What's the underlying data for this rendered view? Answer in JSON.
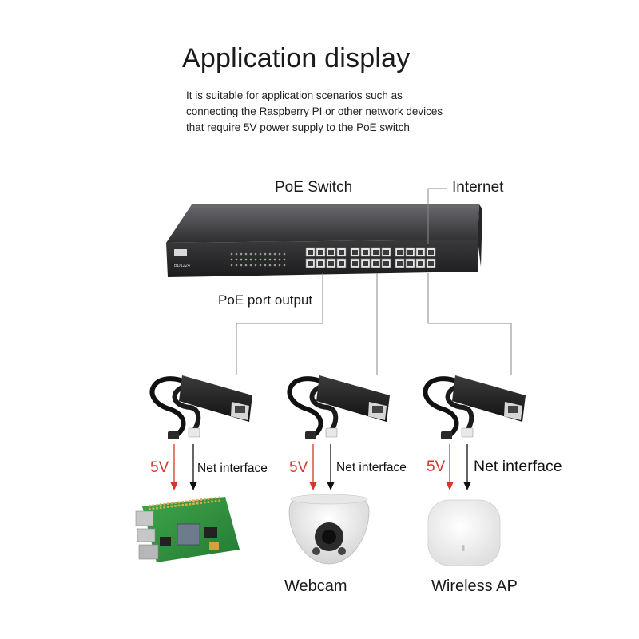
{
  "header": {
    "title": "Application display",
    "description": [
      "It is suitable for application scenarios such as",
      "connecting the Raspberry PI or other network devices",
      "that require 5V power supply to the PoE switch"
    ]
  },
  "labels": {
    "poe_switch": "PoE Switch",
    "internet": "Internet",
    "poe_port_output": "PoE port output"
  },
  "switch_panel": {
    "model": "BD1224"
  },
  "splitters": [
    {
      "power_label": "5V",
      "net_label": "Net interface"
    },
    {
      "power_label": "5V",
      "net_label": "Net interface"
    },
    {
      "power_label": "5V",
      "net_label": "Net interface"
    }
  ],
  "devices": {
    "webcam": "Webcam",
    "wireless_ap": "Wireless AP"
  },
  "colors": {
    "power_arrow": "#d9342b",
    "net_arrow": "#111111",
    "connector_line": "#8a8a8a"
  }
}
